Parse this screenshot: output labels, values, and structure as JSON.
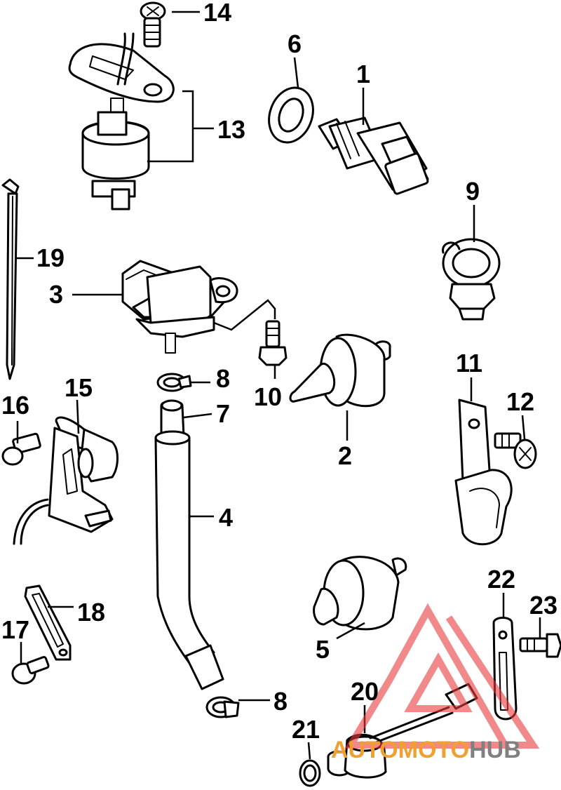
{
  "diagram": {
    "callouts": [
      "1",
      "2",
      "3",
      "4",
      "5",
      "6",
      "7",
      "8",
      "8",
      "9",
      "10",
      "11",
      "12",
      "13",
      "14",
      "15",
      "16",
      "17",
      "18",
      "19",
      "20",
      "21",
      "22",
      "23"
    ]
  },
  "watermark": {
    "part1": "AUTO",
    "part2": "MOTO",
    "part3": "HUB",
    "accent_color": "#e8383b",
    "text_color_orange": "#f0a030",
    "text_color_gray": "#808080"
  }
}
